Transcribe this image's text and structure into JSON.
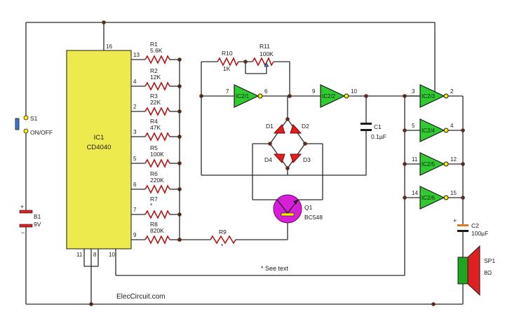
{
  "ic1": {
    "designator": "IC1",
    "part": "CD4040",
    "pin16": "16",
    "pin11": "11",
    "pin8": "8",
    "pin10": "10"
  },
  "counter_outputs": [
    {
      "pin": "13",
      "ref": "R1",
      "value": "5.6K"
    },
    {
      "pin": "4",
      "ref": "R2",
      "value": "12K"
    },
    {
      "pin": "2",
      "ref": "R3",
      "value": "22K"
    },
    {
      "pin": "3",
      "ref": "R4",
      "value": "47K"
    },
    {
      "pin": "5",
      "ref": "R5",
      "value": "100K"
    },
    {
      "pin": "6",
      "ref": "R6",
      "value": "220K"
    },
    {
      "pin": "7",
      "ref": "R7",
      "value": "*"
    },
    {
      "pin": "9",
      "ref": "R8",
      "value": "820K"
    }
  ],
  "switch": {
    "ref": "S1",
    "label": "ON/OFF"
  },
  "battery": {
    "ref": "B1",
    "value": "9V",
    "plus": "+",
    "minus": "−"
  },
  "r10": {
    "ref": "R10",
    "value": "1K"
  },
  "r11": {
    "ref": "R11",
    "value": "100K"
  },
  "r9": {
    "ref": "R9",
    "value": "*"
  },
  "gates": [
    {
      "label": "IC2/1",
      "in": "7",
      "out": "6"
    },
    {
      "label": "IC2/2",
      "in": "9",
      "out": "10"
    },
    {
      "label": "IC2/3",
      "in": "3",
      "out": "2"
    },
    {
      "label": "IC2/4",
      "in": "5",
      "out": "4"
    },
    {
      "label": "IC2/5",
      "in": "11",
      "out": "12"
    },
    {
      "label": "IC2/6",
      "in": "14",
      "out": "15"
    }
  ],
  "diodes": [
    "D1",
    "D2",
    "D3",
    "D4"
  ],
  "c1": {
    "ref": "C1",
    "value": "0.1µF"
  },
  "c2": {
    "ref": "C2",
    "value": "100µF",
    "plus": "+"
  },
  "q1": {
    "ref": "Q1",
    "part": "BC548"
  },
  "speaker": {
    "ref": "SP1",
    "value": "8Ω"
  },
  "note": "* See text",
  "credit": "ElecCircuit.com"
}
